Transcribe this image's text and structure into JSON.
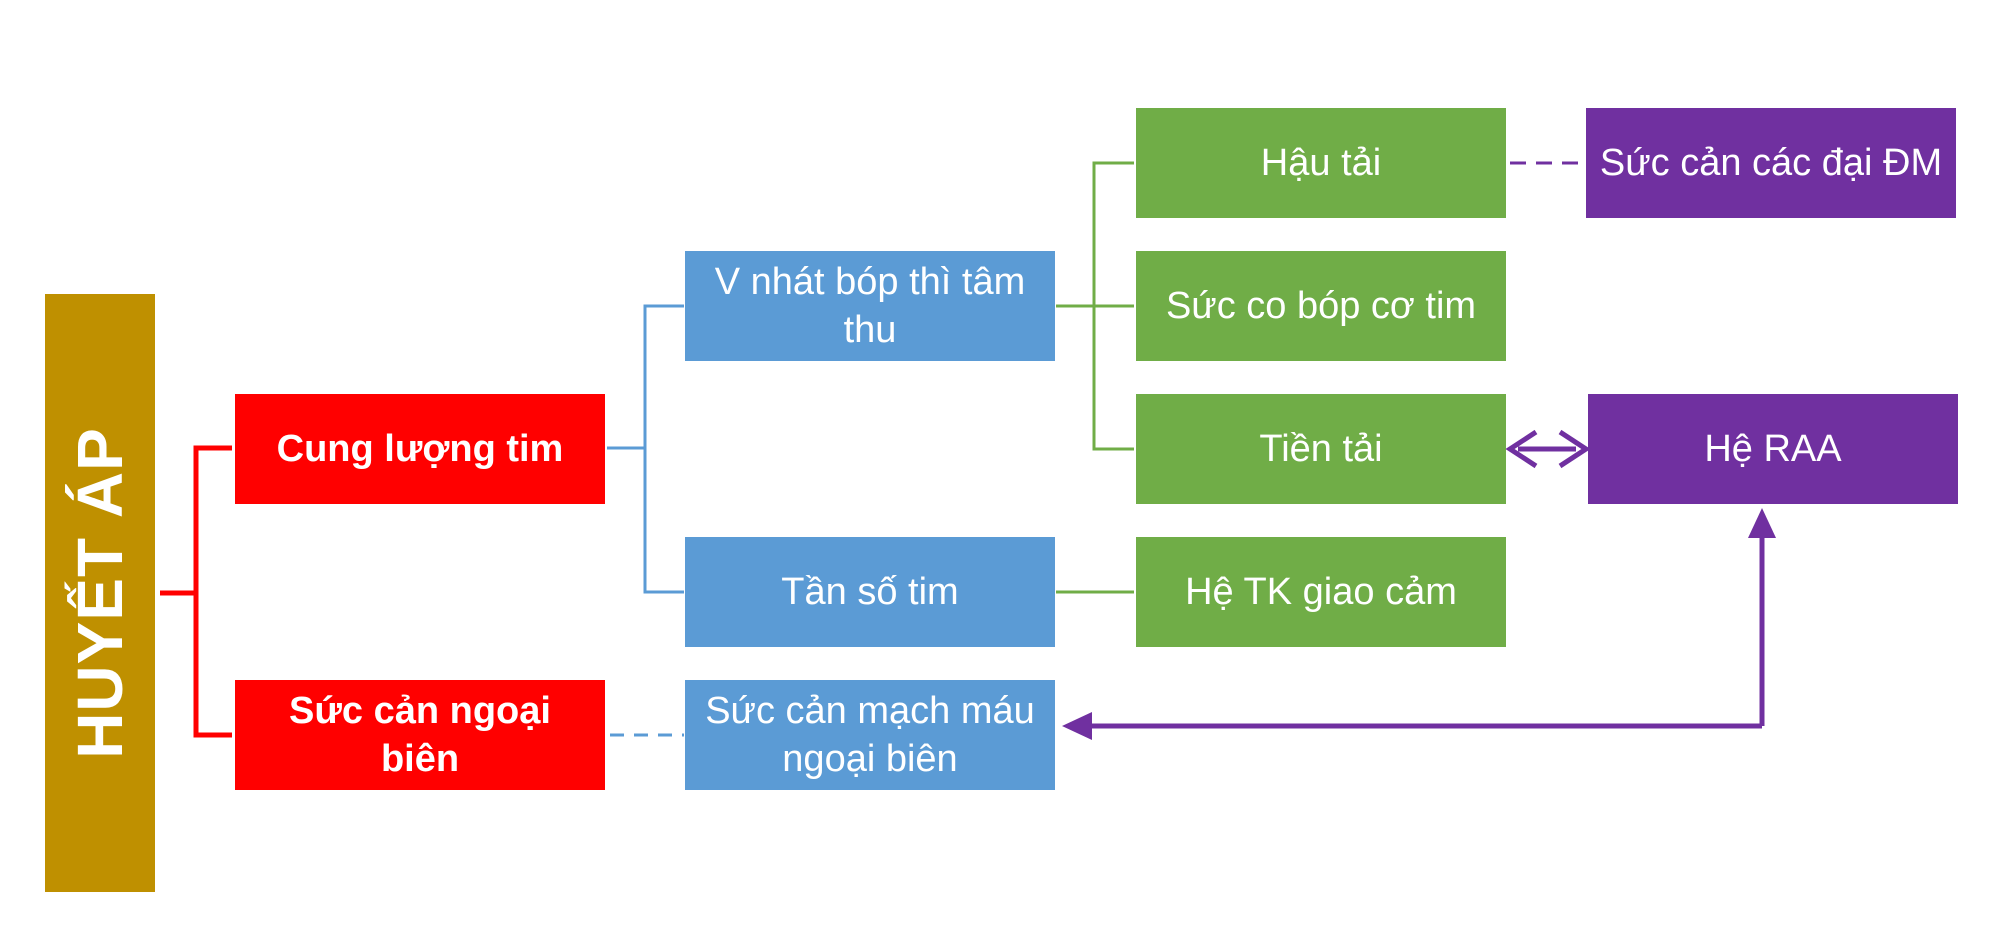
{
  "diagram": {
    "root": {
      "label": "HUYẾT ÁP",
      "color": "#bf9000"
    },
    "nodes": {
      "cardiac_output": {
        "label": "Cung lượng tim",
        "color": "#ff0000"
      },
      "peripheral_resistance": {
        "label": "Sức cản ngoại biên",
        "color": "#ff0000"
      },
      "stroke_volume": {
        "label": "V nhát bóp thì tâm thu",
        "color": "#5b9bd5"
      },
      "heart_rate": {
        "label": "Tần số tim",
        "color": "#5b9bd5"
      },
      "vascular_resistance": {
        "label": "Sức cản mạch máu ngoại biên",
        "color": "#5b9bd5"
      },
      "afterload": {
        "label": "Hậu tải",
        "color": "#70ad47"
      },
      "contractility": {
        "label": "Sức co bóp cơ tim",
        "color": "#70ad47"
      },
      "preload": {
        "label": "Tiền tải",
        "color": "#70ad47"
      },
      "sympathetic": {
        "label": "Hệ TK giao cảm",
        "color": "#70ad47"
      },
      "aortic_resistance": {
        "label": "Sức cản các đại ĐM",
        "color": "#7030a0"
      },
      "raa": {
        "label": "Hệ RAA",
        "color": "#7030a0"
      }
    },
    "edges": [
      {
        "from": "root",
        "to": "cardiac_output",
        "style": "solid"
      },
      {
        "from": "root",
        "to": "peripheral_resistance",
        "style": "solid"
      },
      {
        "from": "cardiac_output",
        "to": "stroke_volume",
        "style": "solid"
      },
      {
        "from": "cardiac_output",
        "to": "heart_rate",
        "style": "solid"
      },
      {
        "from": "peripheral_resistance",
        "to": "vascular_resistance",
        "style": "dashed"
      },
      {
        "from": "stroke_volume",
        "to": "afterload",
        "style": "solid"
      },
      {
        "from": "stroke_volume",
        "to": "contractility",
        "style": "solid"
      },
      {
        "from": "stroke_volume",
        "to": "preload",
        "style": "solid"
      },
      {
        "from": "heart_rate",
        "to": "sympathetic",
        "style": "solid"
      },
      {
        "from": "afterload",
        "to": "aortic_resistance",
        "style": "dashed"
      },
      {
        "from": "preload",
        "to": "raa",
        "style": "double-arrow"
      },
      {
        "from": "raa",
        "to": "vascular_resistance",
        "style": "arrow"
      }
    ]
  }
}
